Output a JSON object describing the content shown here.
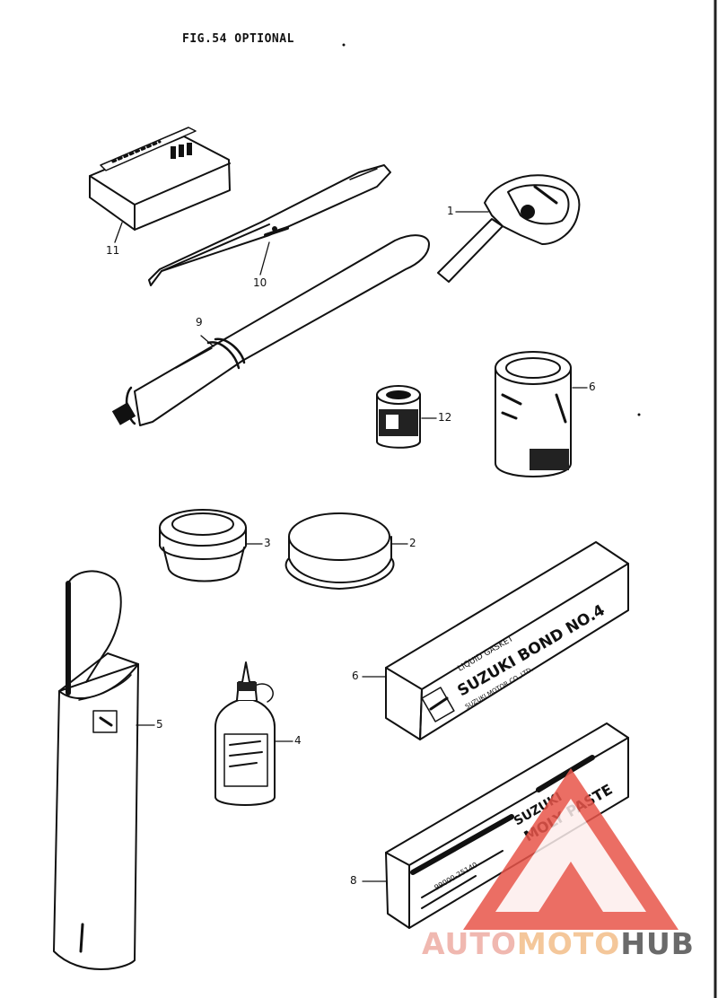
{
  "figure": {
    "title": "FIG.54   OPTIONAL"
  },
  "callouts": {
    "c1": "1",
    "c2": "2",
    "c3": "3",
    "c4": "4",
    "c5": "5",
    "c6a": "6",
    "c6b": "6",
    "c8": "8",
    "c9": "9",
    "c10": "10",
    "c11": "11",
    "c12": "12"
  },
  "labels": {
    "bond_small": "LIQUID GASKET",
    "bond_brand": "SUZUKI BOND NO.4",
    "bond_fine": "SUZUKI MOTOR CO.,LTD.",
    "paste_brand": "SUZUKI",
    "paste_name": "MOLY PASTE",
    "paste_code": "99000-25140"
  },
  "watermark": {
    "auto": "AUTO",
    "moto": "MOTO",
    "hub": "HUB",
    "triangle_color": "#e8554a",
    "text_color_auto": "#f0b8b0",
    "text_color_moto": "#f4c79a",
    "text_color_hub": "#6a6a6a"
  }
}
